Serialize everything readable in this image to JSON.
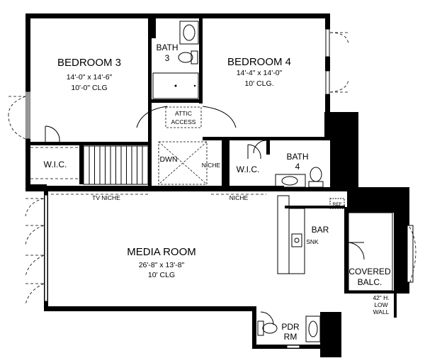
{
  "rooms": {
    "bedroom3": {
      "name": "BEDROOM 3",
      "size": "14'-0\" x 14'-6\"",
      "ceiling": "10'-0\" CLG"
    },
    "bedroom4": {
      "name": "BEDROOM 4",
      "size": "14'-4\" x 14'-0\"",
      "ceiling": "10' CLG."
    },
    "bath3": {
      "line1": "BATH",
      "line2": "3"
    },
    "bath4": {
      "line1": "BATH",
      "line2": "4"
    },
    "attic": {
      "line1": "ATTIC",
      "line2": "ACCESS"
    },
    "wic_left": "W.I.C.",
    "wic_right": "W.I.C.",
    "stair_down": "DWN",
    "niche_hall": "NICHE",
    "tv_niche": "TV NICHE",
    "niche_media": "NICHE",
    "bar": "BAR",
    "sink": "SNK",
    "media": {
      "name": "MEDIA ROOM",
      "size": "26'-8\" x 13'-8\"",
      "ceiling": "10' CLG"
    },
    "covered_balc": {
      "line1": "COVERED",
      "line2": "BALC."
    },
    "low_wall": {
      "line1": "42\" H.",
      "line2": "LOW",
      "line3": "WALL"
    },
    "pdr": {
      "line1": "PDR",
      "line2": "RM"
    },
    "ref": "REF"
  },
  "icons": [
    "toilet-icon",
    "sink-icon",
    "shower-icon",
    "door-swing-icon",
    "stair-icon",
    "window-icon"
  ]
}
